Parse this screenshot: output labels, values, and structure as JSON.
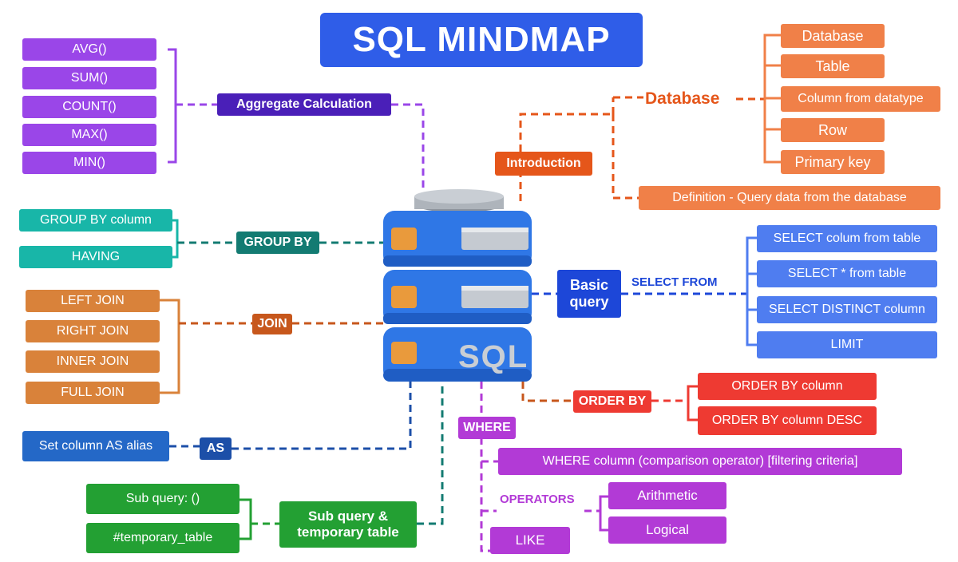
{
  "title": "SQL MINDMAP",
  "center": {
    "label": "SQL"
  },
  "aggregate": {
    "label": "Aggregate Calculation",
    "items": [
      "AVG()",
      "SUM()",
      "COUNT()",
      "MAX()",
      "MIN()"
    ]
  },
  "group_by": {
    "label": "GROUP BY",
    "items": [
      "GROUP BY column",
      "HAVING"
    ]
  },
  "join": {
    "label": "JOIN",
    "items": [
      "LEFT JOIN",
      "RIGHT JOIN",
      "INNER JOIN",
      "FULL JOIN"
    ]
  },
  "as_alias": {
    "label": "AS",
    "item": "Set column AS alias"
  },
  "subquery": {
    "label_line1": "Sub query &",
    "label_line2": "temporary table",
    "items": [
      "Sub query: ()",
      "#temporary_table"
    ]
  },
  "introduction": {
    "label": "Introduction",
    "database_label": "Database",
    "database_items": [
      "Database",
      "Table",
      "Column from datatype",
      "Row",
      "Primary key"
    ],
    "definition": "Definition - Query data from the database"
  },
  "basic_query": {
    "label_line1": "Basic",
    "label_line2": "query",
    "connector_label": "SELECT FROM",
    "items": [
      "SELECT colum from table",
      "SELECT * from table",
      "SELECT DISTINCT column",
      "LIMIT"
    ]
  },
  "order_by": {
    "label": "ORDER BY",
    "items": [
      "ORDER BY column",
      "ORDER BY column DESC"
    ]
  },
  "where": {
    "label": "WHERE",
    "item": "WHERE column (comparison operator) [filtering criteria]",
    "operators_label": "OPERATORS",
    "operators": [
      "Arithmetic",
      "Logical"
    ],
    "like": "LIKE"
  },
  "colors": {
    "title": "#2f5de8",
    "aggregate": "#9a46e8",
    "aggregate_hub": "#4a1fb8",
    "group_by": "#18b6a8",
    "group_by_hub": "#137b72",
    "join": "#d9823a",
    "join_hub": "#c7571c",
    "as": "#2468c7",
    "as_hub": "#1c4fa8",
    "subquery": "#23a033",
    "introduction": "#e5561a",
    "database_items": "#f08048",
    "basic_query": "#4f7df0",
    "basic_query_hub": "#1d47d8",
    "order_by": "#ee3a32",
    "where": "#b23ad6"
  }
}
